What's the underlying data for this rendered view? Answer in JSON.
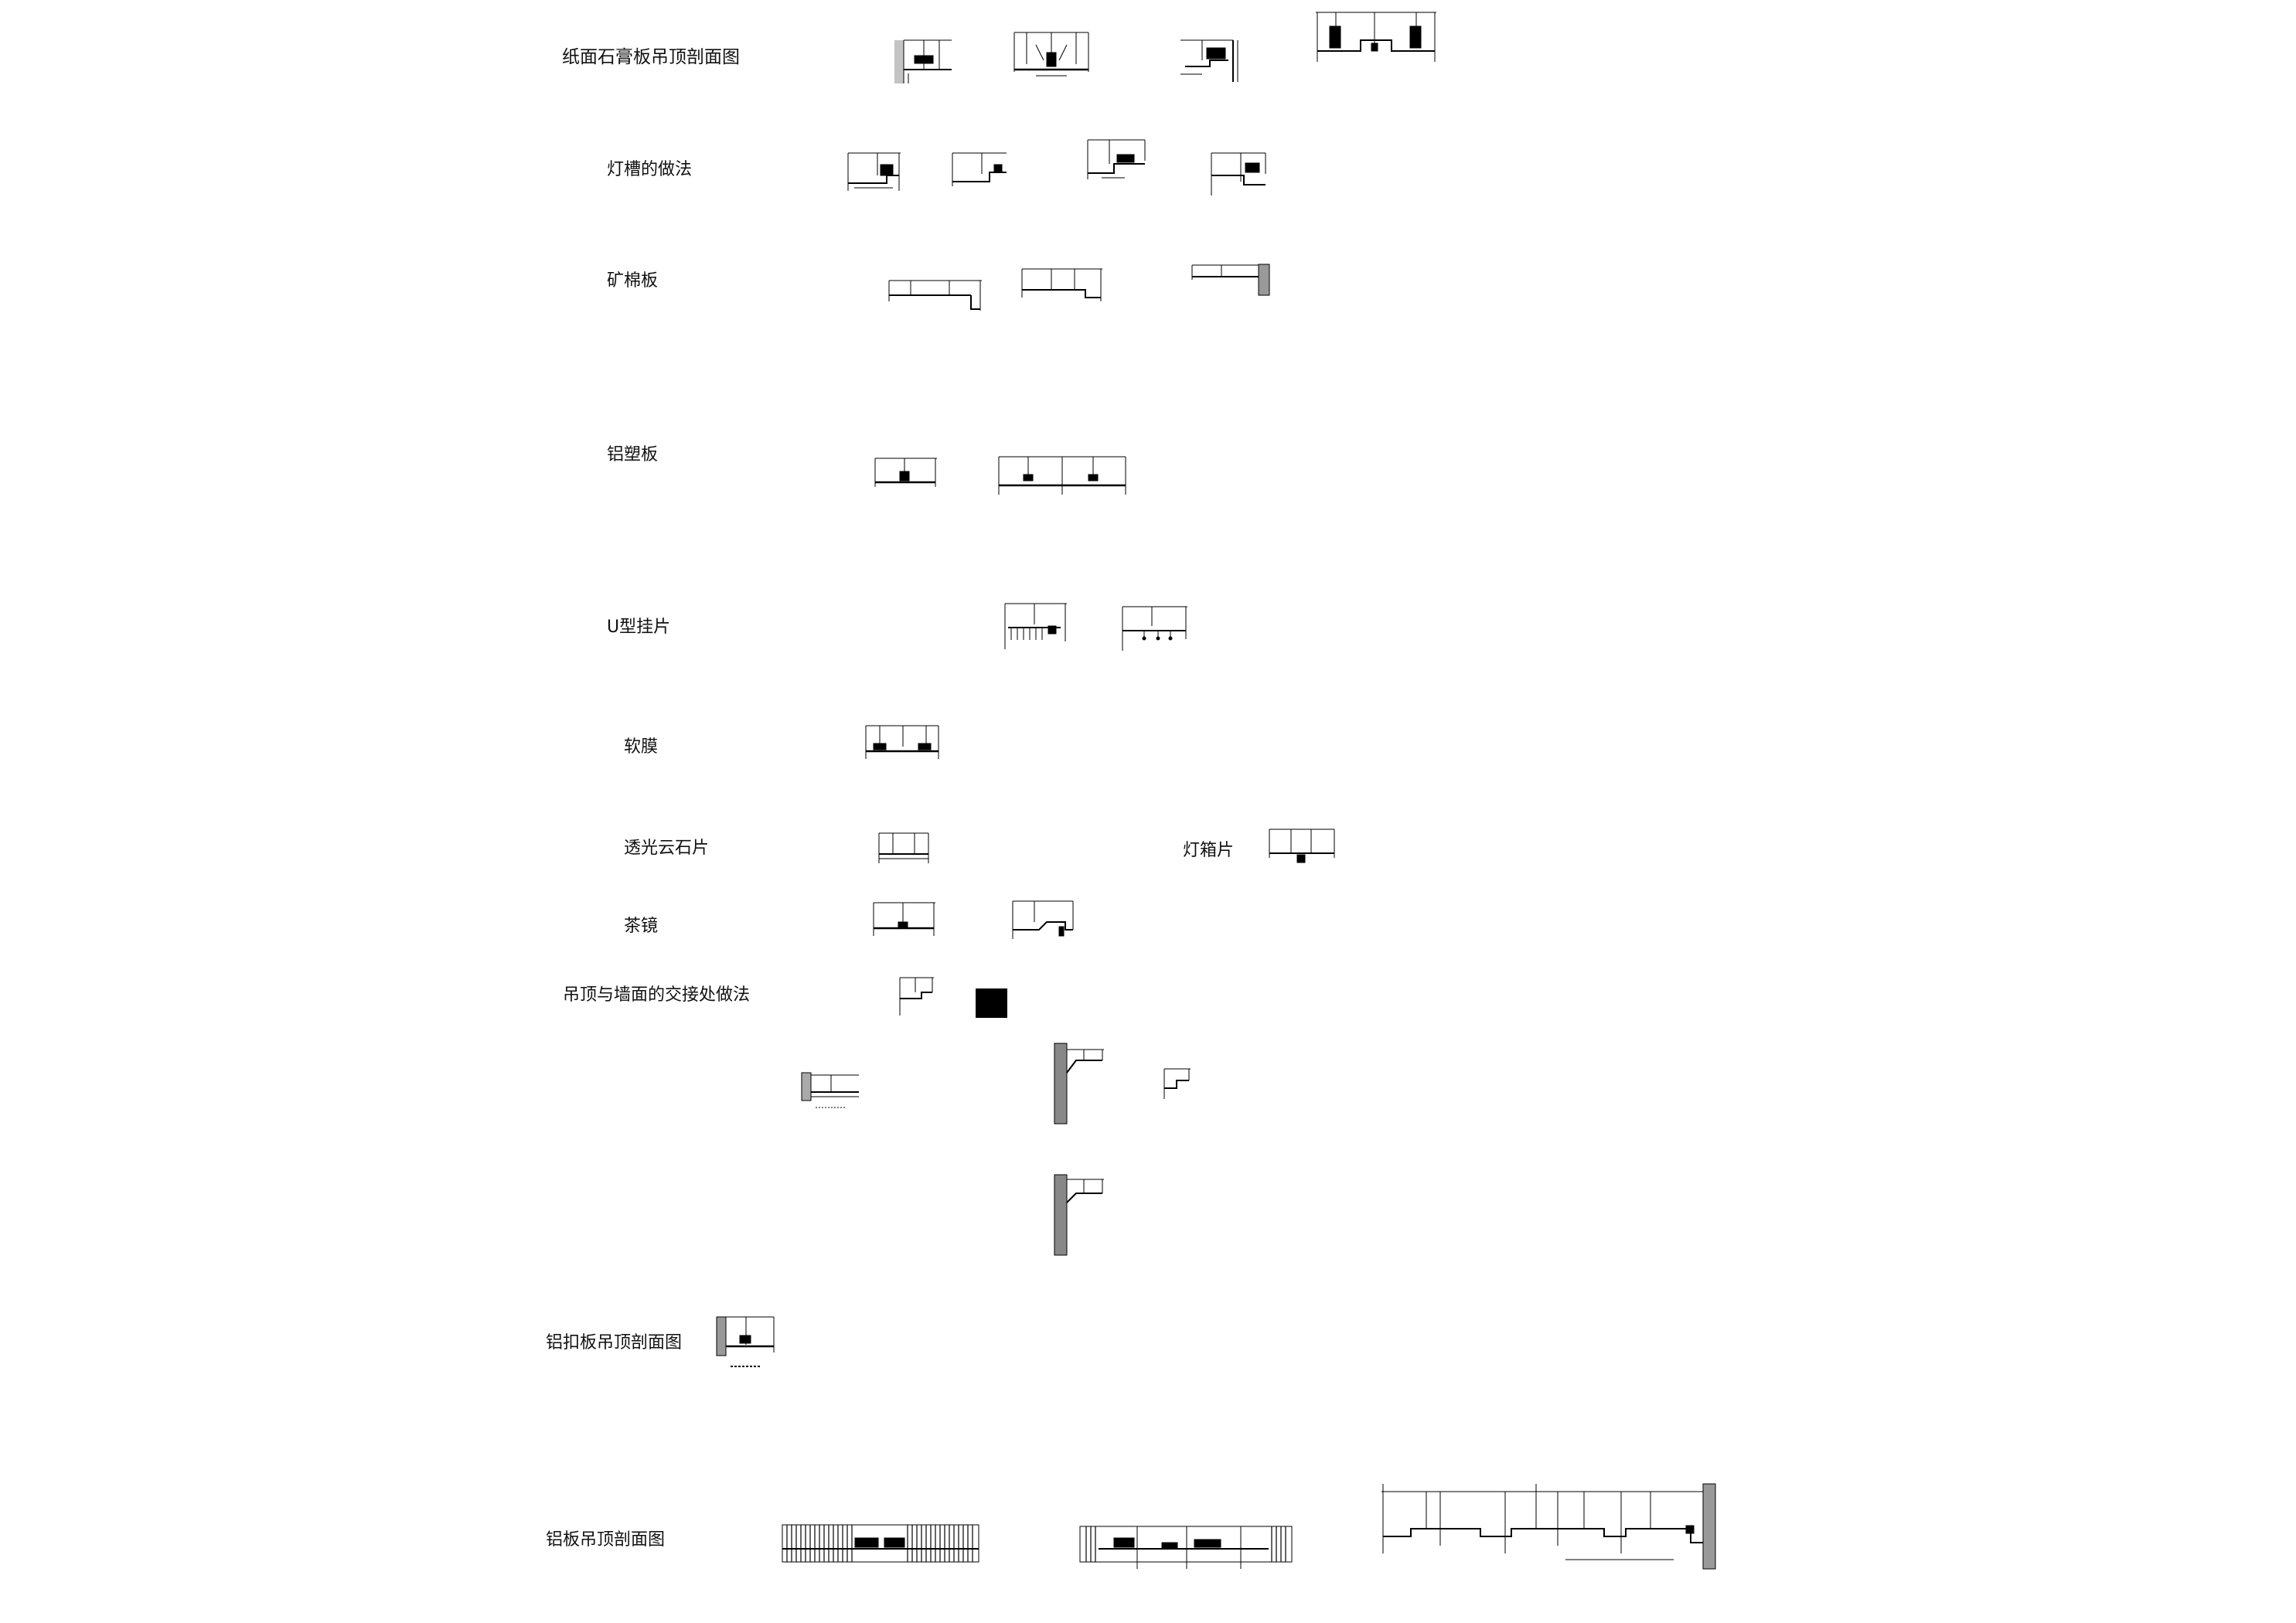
{
  "sheet": {
    "labels": {
      "gypsum": "纸面石膏板吊顶剖面图",
      "light_trough": "灯槽的做法",
      "mineral_wool": "矿棉板",
      "aluminum_plastic": "铝塑板",
      "u_baffle": "U型挂片",
      "soft_film": "软膜",
      "onyx": "透光云石片",
      "lightbox": "灯箱片",
      "tea_mirror": "茶镜",
      "wall_junction": "吊顶与墙面的交接处做法",
      "aluminum_clip": "铝扣板吊顶剖面图",
      "aluminum_panel": "铝板吊顶剖面图"
    }
  }
}
